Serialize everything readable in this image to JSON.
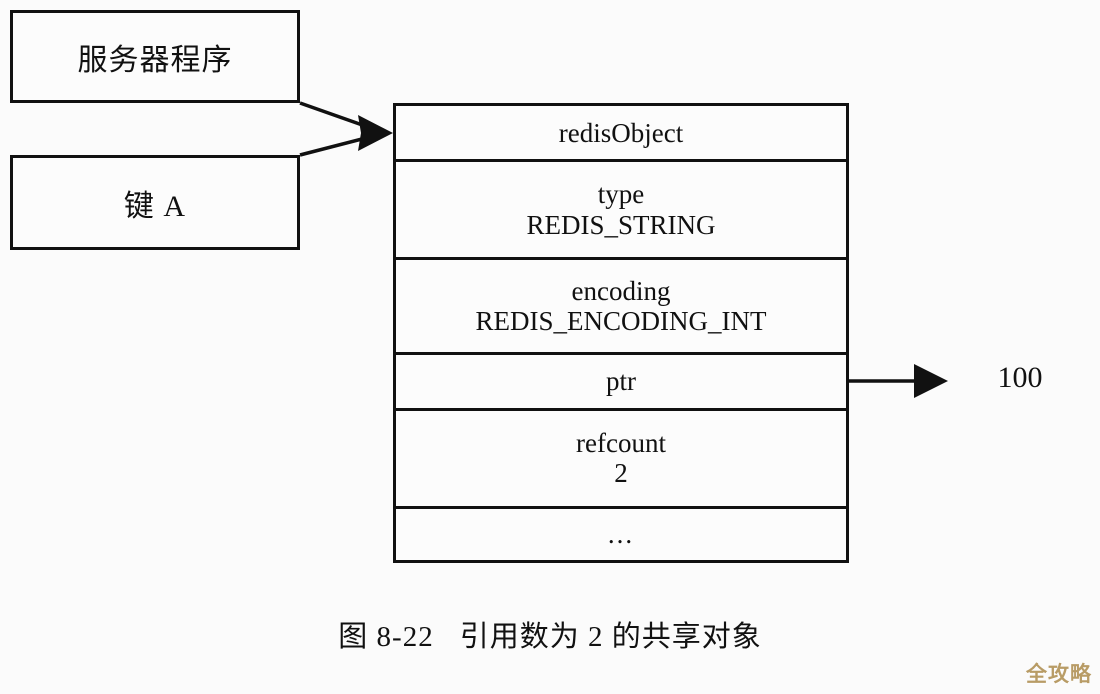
{
  "diagram": {
    "title": "图 8-22　引用数为 2 的共享对象",
    "caption_number": "图 8-22",
    "caption_text": "引用数为 2 的共享对象",
    "background_color": "#fbfbfb",
    "line_color": "#111111"
  },
  "left_boxes": [
    {
      "label": "服务器程序",
      "name": "server-program-box"
    },
    {
      "label": "键 A",
      "name": "key-a-box"
    }
  ],
  "redis_object": {
    "header": "redisObject",
    "rows": [
      {
        "field": "redisObject",
        "value": ""
      },
      {
        "field": "type",
        "value": "REDIS_STRING"
      },
      {
        "field": "encoding",
        "value": "REDIS_ENCODING_INT"
      },
      {
        "field": "ptr",
        "value": ""
      },
      {
        "field": "refcount",
        "value": "2"
      },
      {
        "field": "...",
        "value": ""
      }
    ]
  },
  "pointer_target": {
    "label": "100"
  },
  "watermark": {
    "text": "全攻略",
    "color": "#b5975f"
  }
}
